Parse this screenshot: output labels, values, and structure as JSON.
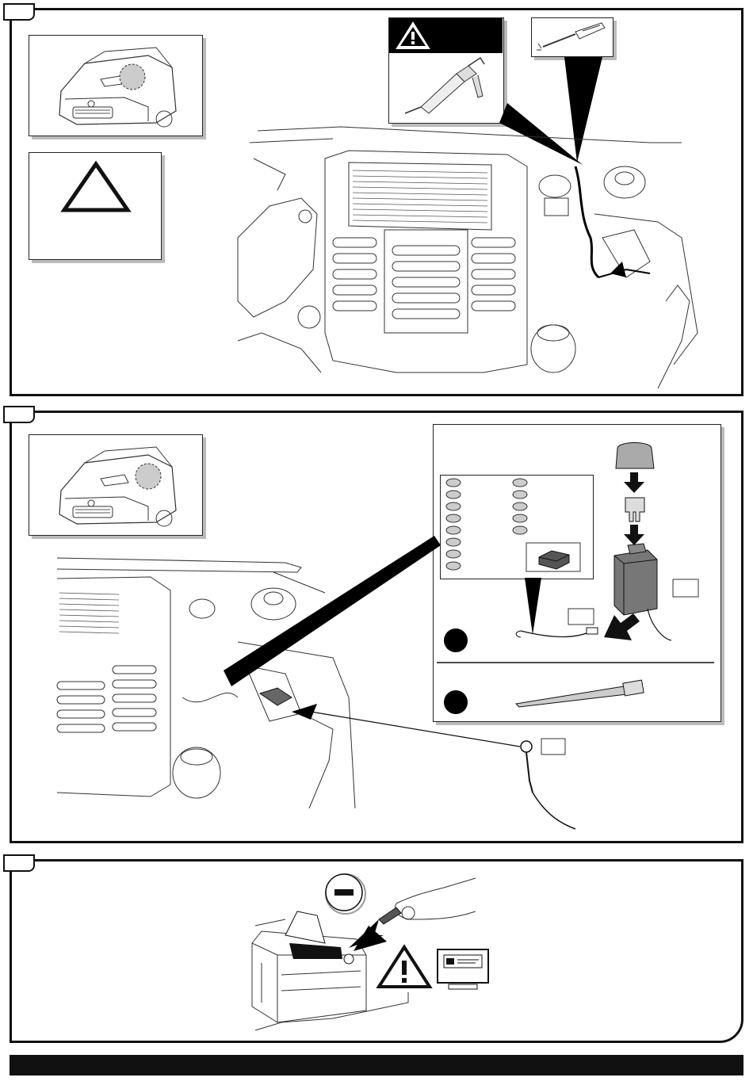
{
  "panels": [
    {
      "id": "step-1",
      "callouts": [
        "sealant-warning",
        "screwdriver-tool"
      ]
    },
    {
      "id": "step-2",
      "callouts": [
        "fuse-box-diagram",
        "cable-tie"
      ]
    },
    {
      "id": "step-3",
      "callouts": [
        "battery-negative-disconnect"
      ]
    }
  ],
  "icons": {
    "warning": "warning-triangle-icon",
    "minus": "minus-sign-icon",
    "manual": "manual-reference-icon"
  },
  "colors": {
    "ink": "#111111",
    "shadow": "#bbbbbb",
    "fill_dark": "#000000"
  }
}
